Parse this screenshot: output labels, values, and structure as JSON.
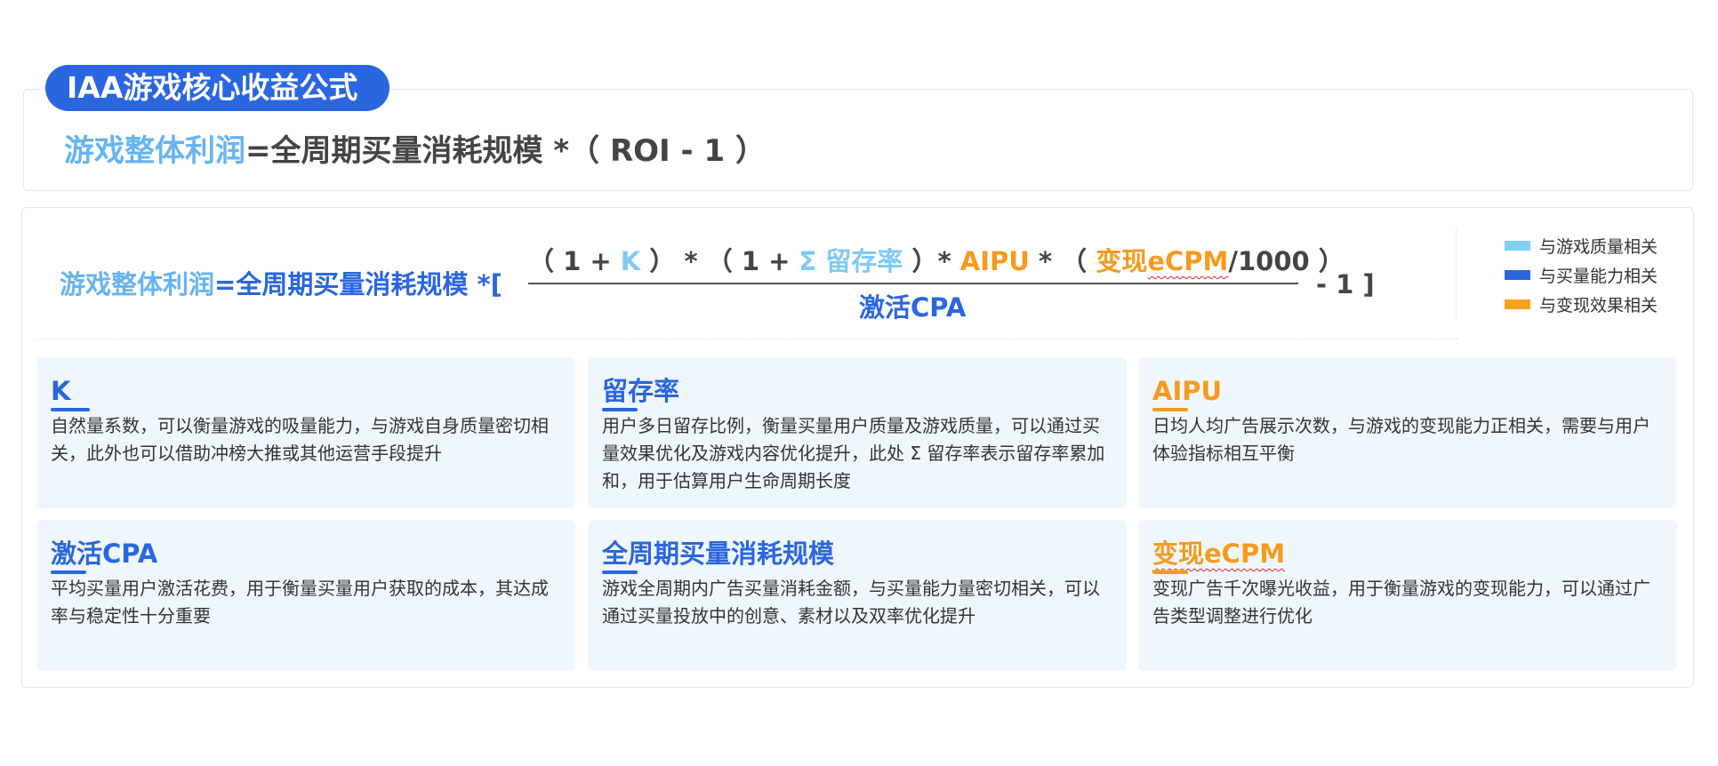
{
  "colors": {
    "accent_blue": "#2a66e0",
    "light_blue": "#7fc9f5",
    "orange": "#f79a1d",
    "card_bg": "#eff7fd"
  },
  "section_title": "IAA游戏核心收益公式",
  "formula_simple": {
    "lhs": "游戏整体利润",
    "eq": "=",
    "rhs_main": "全周期买量消耗规模",
    "rest": " *（  ROI  -  1  ）"
  },
  "formula_full": {
    "lhs": "游戏整体利润",
    "eq": "=",
    "spend": "全周期买量消耗规模",
    "open": " *[",
    "num_open": "（ 1 + ",
    "num_k": "K",
    "num_mid1": " ） * （ 1 + ",
    "num_sigma": "Σ 留存率",
    "num_mid2": " ）* ",
    "num_aipu": "AIPU",
    "num_mid3": " * （ ",
    "num_ecpm_cn": "变现",
    "num_ecpm": "eCPM",
    "num_tail": "/1000 ）",
    "denominator": "激活CPA",
    "close": "- 1 ]"
  },
  "legend": [
    {
      "label": "与游戏质量相关",
      "color": "#7fd0f7"
    },
    {
      "label": "与买量能力相关",
      "color": "#2a66e0"
    },
    {
      "label": "与变现效果相关",
      "color": "#f7a21f"
    }
  ],
  "terms": [
    {
      "title": "K",
      "desc": "自然量系数，可以衡量游戏的吸量能力，与游戏自身质量密切相关，此外也可以借助冲榜大推或其他运营手段提升"
    },
    {
      "title": "留存率",
      "desc": "用户多日留存比例，衡量买量用户质量及游戏质量，可以通过买量效果优化及游戏内容优化提升，此处 Σ 留存率表示留存率累加和，用于估算用户生命周期长度"
    },
    {
      "title": "AIPU",
      "desc": "日均人均广告展示次数，与游戏的变现能力正相关，需要与用户体验指标相互平衡"
    },
    {
      "title": "激活CPA",
      "desc": "平均买量用户激活花费，用于衡量买量用户获取的成本，其达成率与稳定性十分重要"
    },
    {
      "title": "全周期买量消耗规模",
      "desc": "游戏全周期内广告买量消耗金额，与买量能力量密切相关，可以通过买量投放中的创意、素材以及双率优化提升"
    },
    {
      "title": "变现eCPM",
      "desc": "变现广告千次曝光收益，用于衡量游戏的变现能力，可以通过广告类型调整进行优化"
    }
  ]
}
